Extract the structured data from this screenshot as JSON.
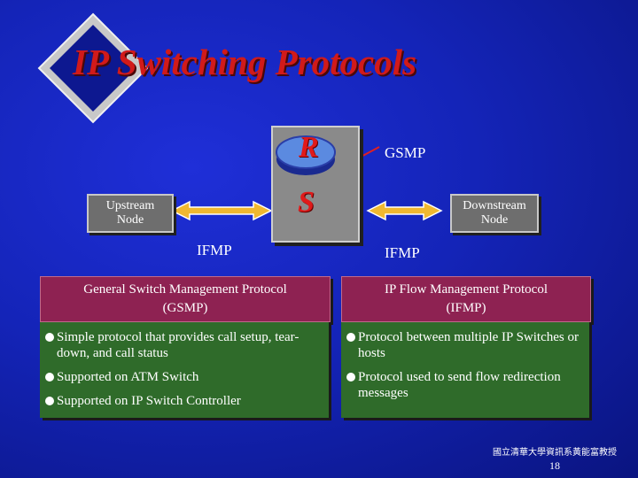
{
  "slide": {
    "title": "IP Switching Protocols",
    "router_letter": "R",
    "switch_letter": "S",
    "gsmp_label": "GSMP",
    "upstream_node": [
      "Upstream",
      "Node"
    ],
    "downstream_node": [
      "Downstream",
      "Node"
    ],
    "ifmp_left": "IFMP",
    "ifmp_right": "IFMP",
    "left_header": [
      "General Switch Management Protocol",
      "(GSMP)"
    ],
    "right_header": [
      "IP Flow Management Protocol",
      "(IFMP)"
    ],
    "left_bullets": [
      "Simple protocol that provides call setup, tear-down, and call status",
      "Supported on ATM Switch",
      "Supported on IP Switch Controller"
    ],
    "right_bullets": [
      "Protocol between multiple IP Switches or hosts",
      "Protocol used to send flow redirection messages"
    ],
    "footer_text": "國立清華大學資訊系黃能富教授",
    "page_number": "18"
  },
  "colors": {
    "background": "#1424b8",
    "title": "#d11a1a",
    "header_fill": "#8e2252",
    "panel_fill": "#2f6b2a",
    "arrow_fill": "#f0b830",
    "router_letter": "#e01a1a"
  },
  "icons": [
    "diamond-logo-icon",
    "router-disc-icon",
    "switch-letter-icon"
  ]
}
